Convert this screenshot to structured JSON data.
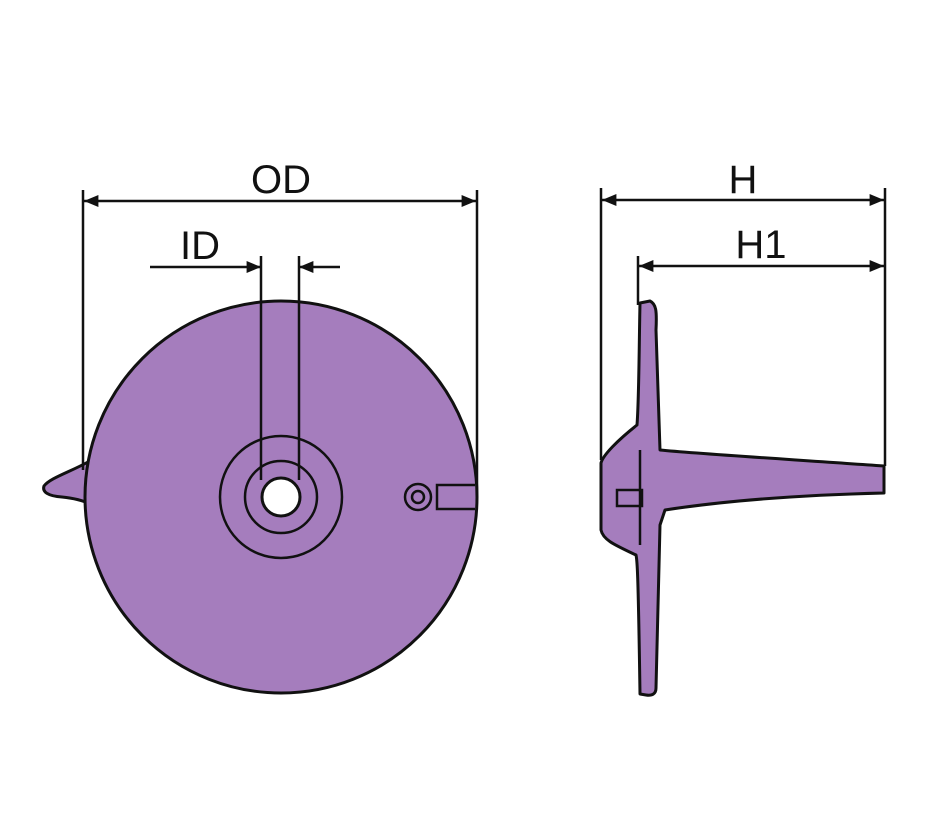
{
  "labels": {
    "od": "OD",
    "id": "ID",
    "h": "H",
    "h1": "H1"
  },
  "colors": {
    "body_fill": "#a57dbd",
    "line": "#111111",
    "background": "#ffffff"
  }
}
